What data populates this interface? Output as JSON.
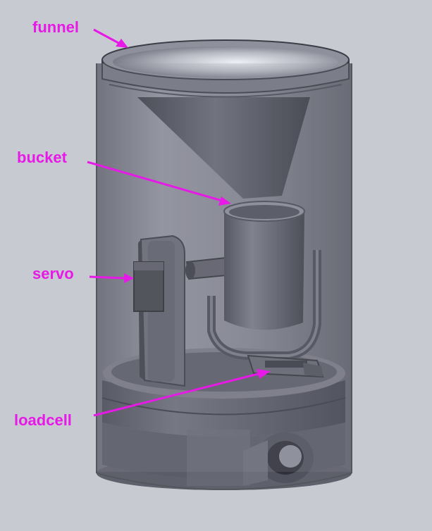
{
  "labels": {
    "funnel": "funnel",
    "bucket": "bucket",
    "servo": "servo",
    "loadcell": "loadcell"
  },
  "colors": {
    "background": "#c8cad2",
    "label": "#e619e6",
    "arrow": "#e619e6",
    "enclosure": "#7b7d89",
    "part_dark": "#4a4c57",
    "part_mid": "#6b6d79",
    "part_light": "#9a9ca8"
  }
}
